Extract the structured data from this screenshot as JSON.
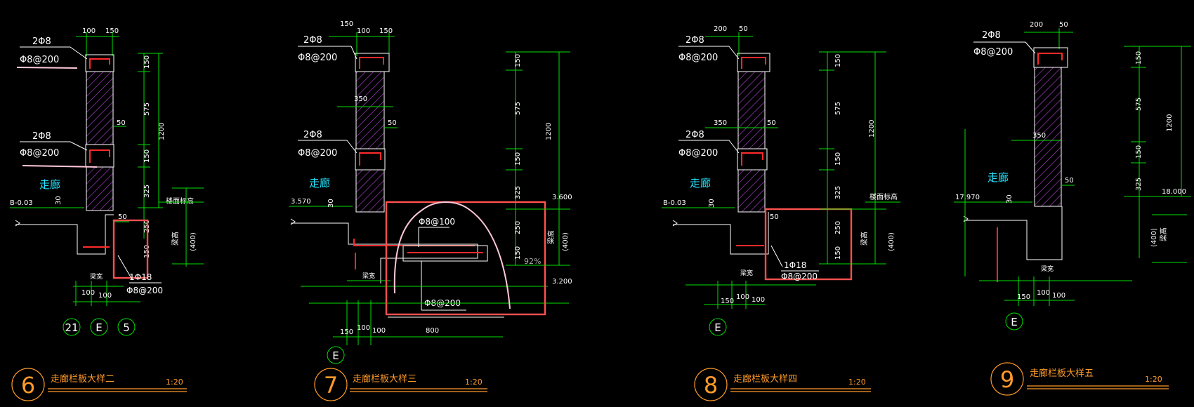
{
  "common": {
    "rebar_top": "2Φ8",
    "stirrup_200": "Φ8@200",
    "stirrup_100": "Φ8@100",
    "corridor": "走廊",
    "scale": "1:20",
    "floor_level": "楼面标高",
    "bar_18": "1Φ18",
    "width_label": "梁宽",
    "height_label": "梁高",
    "paren_400": "(400)",
    "dim_150": "150",
    "dim_100": "100",
    "dim_50": "50",
    "dim_200": "200",
    "dim_350": "350",
    "dim_575": "575",
    "dim_1200": "1200",
    "dim_325": "325",
    "dim_250": "250",
    "dim_30": "30",
    "dim_800": "800",
    "grid_e": "E"
  },
  "panels": [
    {
      "id": "6",
      "number": "6",
      "title": "走廊栏板大样二",
      "level": "B-0.03",
      "axes": [
        "21",
        "E",
        "5"
      ]
    },
    {
      "id": "7",
      "number": "7",
      "title": "走廊栏板大样三",
      "level": "3.570",
      "level_right_top": "3.600",
      "level_right_bottom": "3.200",
      "percent": "92%",
      "axes": [
        "E"
      ]
    },
    {
      "id": "8",
      "number": "8",
      "title": "走廊栏板大样四",
      "level": "B-0.03",
      "axes": [
        "E"
      ]
    },
    {
      "id": "9",
      "number": "9",
      "title": "走廊栏板大样五",
      "level": "17.970",
      "level_right_top": "18.000",
      "axes": [
        "E"
      ]
    }
  ]
}
